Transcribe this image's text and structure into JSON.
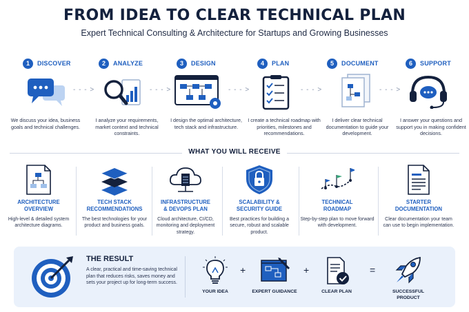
{
  "header": {
    "title": "FROM IDEA TO CLEAR TECHNICAL PLAN",
    "subtitle": "Expert Technical Consulting & Architecture for Startups and Growing Businesses"
  },
  "steps": [
    {
      "num": "1",
      "label": "DISCOVER",
      "icon": "chat-bubbles-icon",
      "text": "We discuss your idea, business goals and technical challenges."
    },
    {
      "num": "2",
      "label": "ANALYZE",
      "icon": "magnifier-chart-icon",
      "text": "I analyze your requirements, market context and technical constraints."
    },
    {
      "num": "3",
      "label": "DESIGN",
      "icon": "architecture-gear-icon",
      "text": "I design the optimal architecture, tech stack and infrastructure."
    },
    {
      "num": "4",
      "label": "PLAN",
      "icon": "checklist-clipboard-icon",
      "text": "I create a technical roadmap with priorities, milestones and recommendations."
    },
    {
      "num": "5",
      "label": "DOCUMENT",
      "icon": "documents-icon",
      "text": "I deliver clear technical documentation to guide your development."
    },
    {
      "num": "6",
      "label": "SUPPORT",
      "icon": "headset-icon",
      "text": "I answer your questions and support you in making confident decisions."
    }
  ],
  "arrows": "- - - >",
  "receive": {
    "title": "WHAT YOU WILL RECEIVE",
    "items": [
      {
        "title_line1": "ARCHITECTURE",
        "title_line2": "OVERVIEW",
        "icon": "diagram-document-icon",
        "text": "High-level & detailed system architecture diagrams."
      },
      {
        "title_line1": "TECH STACK",
        "title_line2": "RECOMMENDATIONS",
        "icon": "layers-icon",
        "text": "The best technologies for your product and business goals."
      },
      {
        "title_line1": "INFRASTRUCTURE",
        "title_line2": "& DEVOPS PLAN",
        "icon": "cloud-server-icon",
        "text": "Cloud architecture, CI/CD, monitoring and deployment strategy."
      },
      {
        "title_line1": "SCALABILITY &",
        "title_line2": "SECURITY GUIDE",
        "icon": "shield-lock-icon",
        "text": "Best practices for building a secure, robust and scalable product."
      },
      {
        "title_line1": "TECHNICAL",
        "title_line2": "ROADMAP",
        "icon": "roadmap-flags-icon",
        "text": "Step-by-step plan to move forward with development."
      },
      {
        "title_line1": "STARTER",
        "title_line2": "DOCUMENTATION",
        "icon": "document-icon",
        "text": "Clear documentation your team can use to begin implementation."
      }
    ]
  },
  "result": {
    "title": "THE RESULT",
    "text": "A clear, practical and time-saving technical plan that reduces risks, saves money and sets your project up for long-term success.",
    "equation": [
      {
        "label": "YOUR IDEA",
        "icon": "lightbulb-icon"
      },
      {
        "label": "EXPERT GUIDANCE",
        "icon": "blueprint-icon"
      },
      {
        "label": "CLEAR PLAN",
        "icon": "document-check-icon"
      },
      {
        "label_line1": "SUCCESSFUL",
        "label_line2": "PRODUCT",
        "icon": "rocket-icon"
      }
    ],
    "plus": "+",
    "equals": "="
  },
  "colors": {
    "brand_blue": "#1f5fbf",
    "dark_navy": "#14213d",
    "light_panel": "#eaf1fb"
  }
}
